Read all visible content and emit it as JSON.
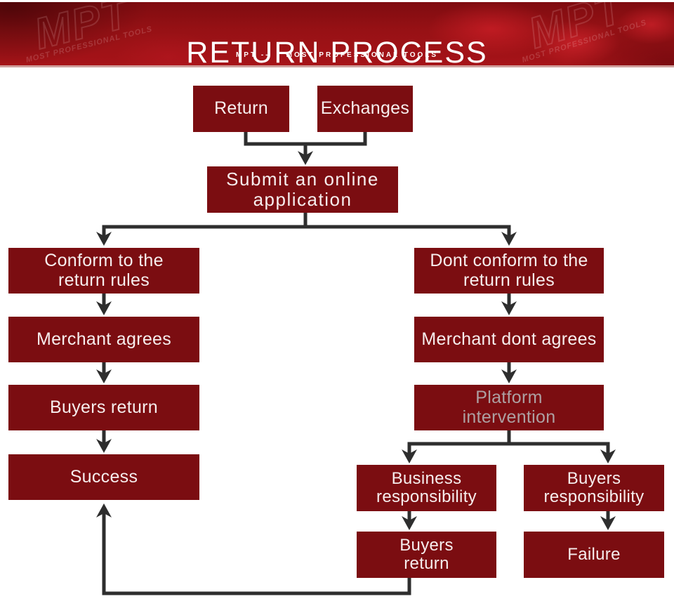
{
  "colors": {
    "box_fill": "#7b0d11",
    "box_text": "#f6eded",
    "muted_text": "#ada0a2",
    "connector": "#2e2e2e",
    "banner_base": "#a61318",
    "banner_border": "#cf9e9b"
  },
  "header": {
    "title": "RETURN PROCESS",
    "subtitle": "MPT --    MOST PROFESSIONAL TOOLS",
    "watermark": {
      "logo": "MPT",
      "tagline": "MOST PROFESSIONAL TOOLS"
    }
  },
  "flow": {
    "nodes": {
      "return": {
        "label": "Return"
      },
      "exchanges": {
        "label": "Exchanges"
      },
      "submit": {
        "label": "Submit an online\napplication"
      },
      "conform": {
        "label": "Conform to the\nreturn rules"
      },
      "dont_conform": {
        "label": "Dont conform to the\nreturn rules"
      },
      "merchant_agrees": {
        "label": "Merchant agrees"
      },
      "merchant_dont_agrees": {
        "label": "Merchant dont agrees"
      },
      "buyers_return": {
        "label": "Buyers return"
      },
      "platform_intervention": {
        "label": "Platform\nintervention"
      },
      "success": {
        "label": "Success"
      },
      "business_responsibility": {
        "label": "Business\nresponsibility"
      },
      "buyers_responsibility": {
        "label": "Buyers\nresponsibility"
      },
      "buyers_return_2": {
        "label": "Buyers\nreturn"
      },
      "failure": {
        "label": "Failure"
      }
    }
  }
}
